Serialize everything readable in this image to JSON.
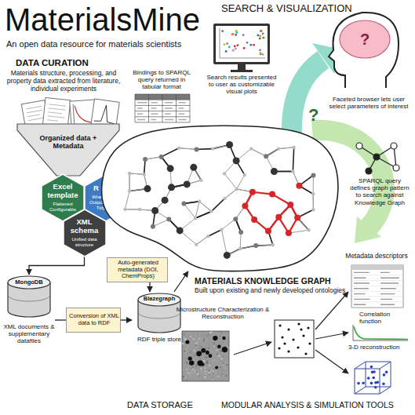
{
  "diagram": {
    "title": "MaterialsMine",
    "nodes": [
      {
        "text": [
          "Organized data + Metadata"
        ]
      },
      {
        "text": [
          "Excel template",
          "Flattened Configurable"
        ]
      },
      {
        "text": [
          "R tools",
          "Wrangle data Output datafiles Tidy data"
        ]
      },
      {
        "text": [
          "XML schema",
          "Unified data structure"
        ]
      },
      {
        "text": [
          "Search results presented to user as customizable visual plots"
        ]
      },
      {
        "text": [
          "Bindings to SPARQL query returned in tabular format"
        ]
      },
      {
        "text": [
          "?",
          "Faceted browser lets user select parameters of interest"
        ]
      },
      {
        "text": [
          "SPARQL query defines graph pattern to search against Knowledge Graph"
        ]
      },
      {
        "text": [
          "MATERIALS KNOWLEDGE GRAPH",
          "Built upon existing and newly developed ontologies"
        ]
      },
      {
        "text": [
          "Auto-generated metadata (DOI, ChemProps)"
        ]
      },
      {
        "text": [
          "MongoDB",
          "XML documents & supplementary datafiles"
        ]
      },
      {
        "text": [
          "Conversion of XML data to RDF"
        ]
      },
      {
        "text": [
          "Blazegraph",
          "RDF triple store"
        ]
      },
      {
        "text": [
          "Metadata descriptors"
        ]
      },
      {
        "text": [
          "Microstructure Characterization & Reconstruction"
        ]
      },
      {
        "text": [
          "Correlation function"
        ]
      },
      {
        "text": [
          "3-D reconstruction"
        ]
      }
    ],
    "edges": [
      {
        "from": 3,
        "to": 10,
        "arrow": "to"
      },
      {
        "from": 10,
        "to": 11,
        "arrow": "none"
      },
      {
        "from": 11,
        "to": 12,
        "arrow": "to"
      },
      {
        "from": 9,
        "to": 12,
        "arrow": "to"
      },
      {
        "from": 12,
        "to": 8,
        "arrow": "to"
      }
    ],
    "labels": [
      "An open data resource for materials scientists",
      "DATA CURATION",
      "Materials structure, processing, and property data extracted from literature, individual experiments",
      "SEARCH & VISUALIZATION",
      "?",
      "DATA STORAGE",
      "MODULAR ANALYSIS & SIMULATION TOOLS"
    ]
  }
}
